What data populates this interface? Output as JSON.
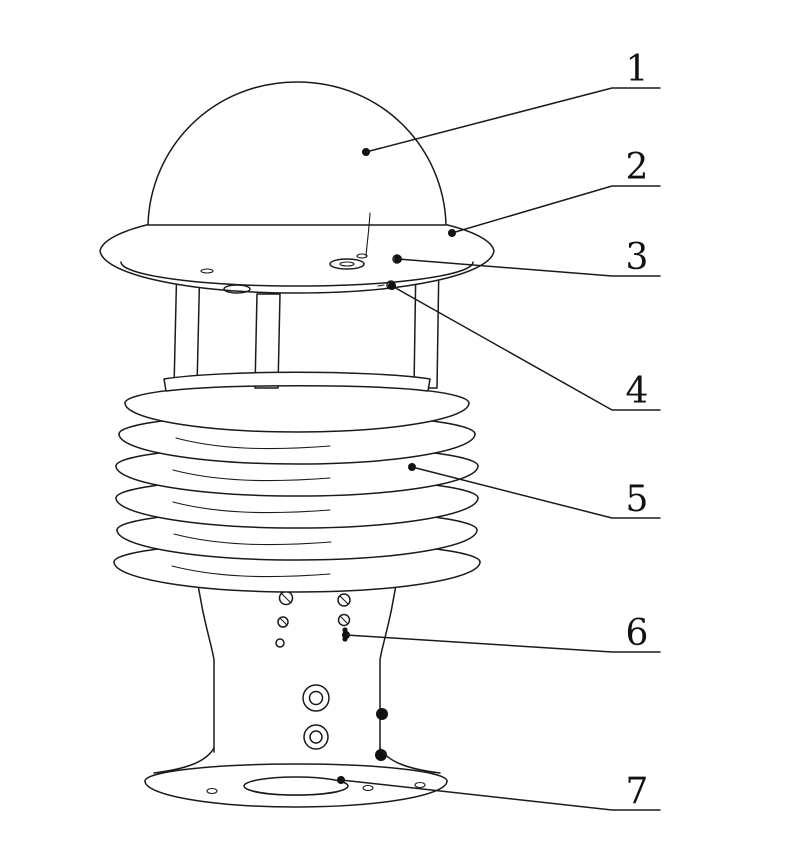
{
  "figure": {
    "type": "technical-line-drawing",
    "callouts": [
      {
        "label": "1"
      },
      {
        "label": "2"
      },
      {
        "label": "3"
      },
      {
        "label": "4"
      },
      {
        "label": "5"
      },
      {
        "label": "6"
      },
      {
        "label": "7"
      }
    ]
  },
  "colors": {
    "background": "#ffffff",
    "line": "#1a1a1a",
    "text": "#111111"
  }
}
